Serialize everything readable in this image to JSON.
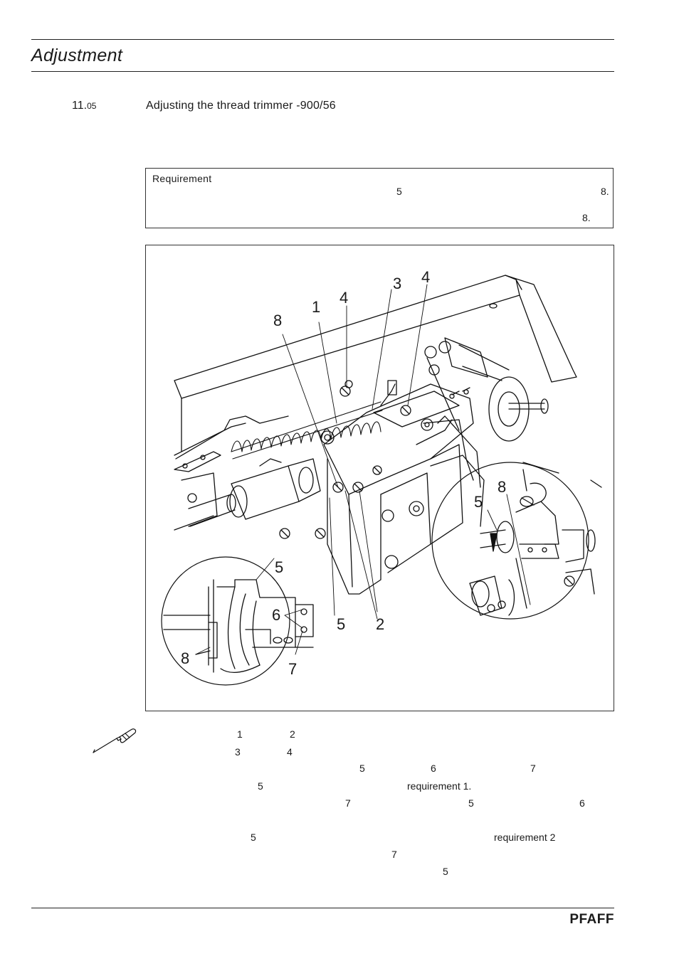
{
  "header": {
    "title": "Adjustment"
  },
  "section": {
    "number_main": "11.",
    "number_sub": "05",
    "title": "Adjusting the thread trimmer -900/56"
  },
  "requirement": {
    "label": "Requirement",
    "values": [
      "5",
      "8.",
      "8."
    ]
  },
  "figure": {
    "callouts": [
      "8",
      "1",
      "4",
      "3",
      "4",
      "8",
      "5",
      "5",
      "6",
      "8",
      "7",
      "5",
      "2"
    ]
  },
  "steps": {
    "refs": [
      "1",
      "2",
      "3",
      "4",
      "5",
      "6",
      "7",
      "5",
      "requirement 1.",
      "7",
      "5",
      "6",
      "5",
      "requirement 2",
      "7",
      "5"
    ]
  },
  "icons": {
    "tool": "screwdriver-icon"
  },
  "footer": {
    "brand": "PFAFF"
  }
}
